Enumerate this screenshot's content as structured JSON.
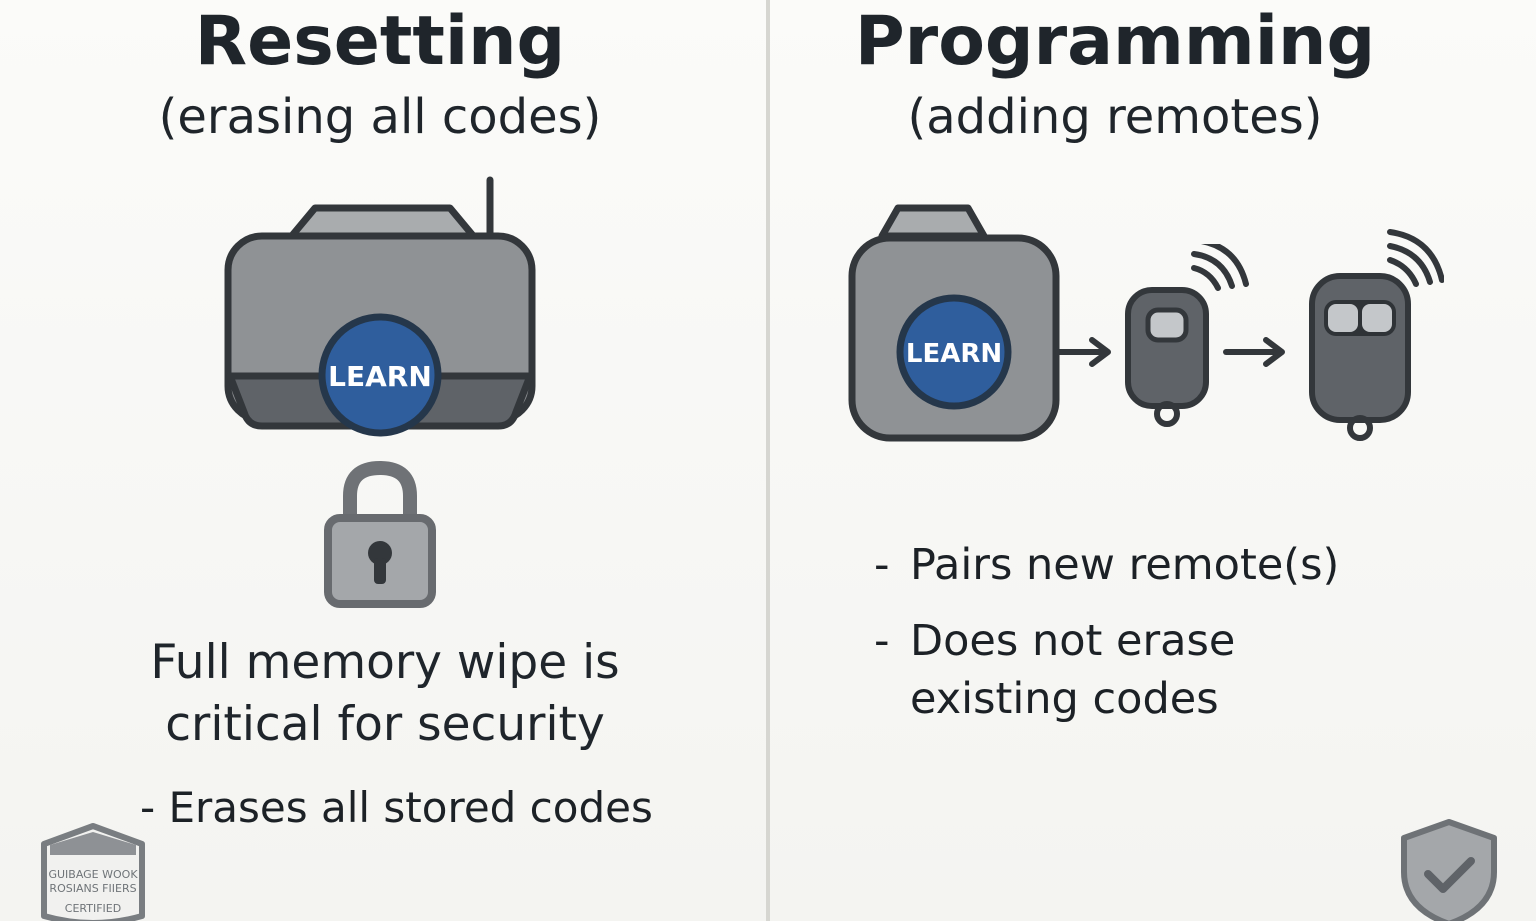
{
  "left": {
    "title": "Resetting",
    "subtitle": "(erasing all codes)",
    "button_label": "LEARN",
    "heading": "Full memory wipe is\ncritical for security",
    "bullet": "- Erases all stored codes",
    "badge": {
      "line1": "GUIBAGE WOOK",
      "line2": "ROSIANS FIIERS",
      "line3": "CERTIFIED"
    }
  },
  "right": {
    "title": "Programming",
    "subtitle": "(adding remotes)",
    "button_label": "LEARN",
    "bullets": [
      {
        "dash": "-",
        "text": "Pairs new remote(s)"
      },
      {
        "dash": "-",
        "text": "Does not erase\nexisting codes"
      }
    ]
  },
  "icons": {
    "opener_left": "garage-door-opener-icon",
    "lock": "padlock-icon",
    "opener_right": "garage-door-opener-icon",
    "remote_one": "single-button-remote-icon",
    "remote_two": "two-button-remote-icon",
    "arrow": "right-arrow-icon",
    "shield": "shield-check-icon",
    "badge": "certified-badge-icon"
  },
  "colors": {
    "background": "#f7f7f5",
    "device_gray": "#8e9194",
    "device_dark": "#5f6368",
    "outline": "#33373b",
    "learn_blue": "#2f5e9d",
    "text": "#1f252b"
  }
}
